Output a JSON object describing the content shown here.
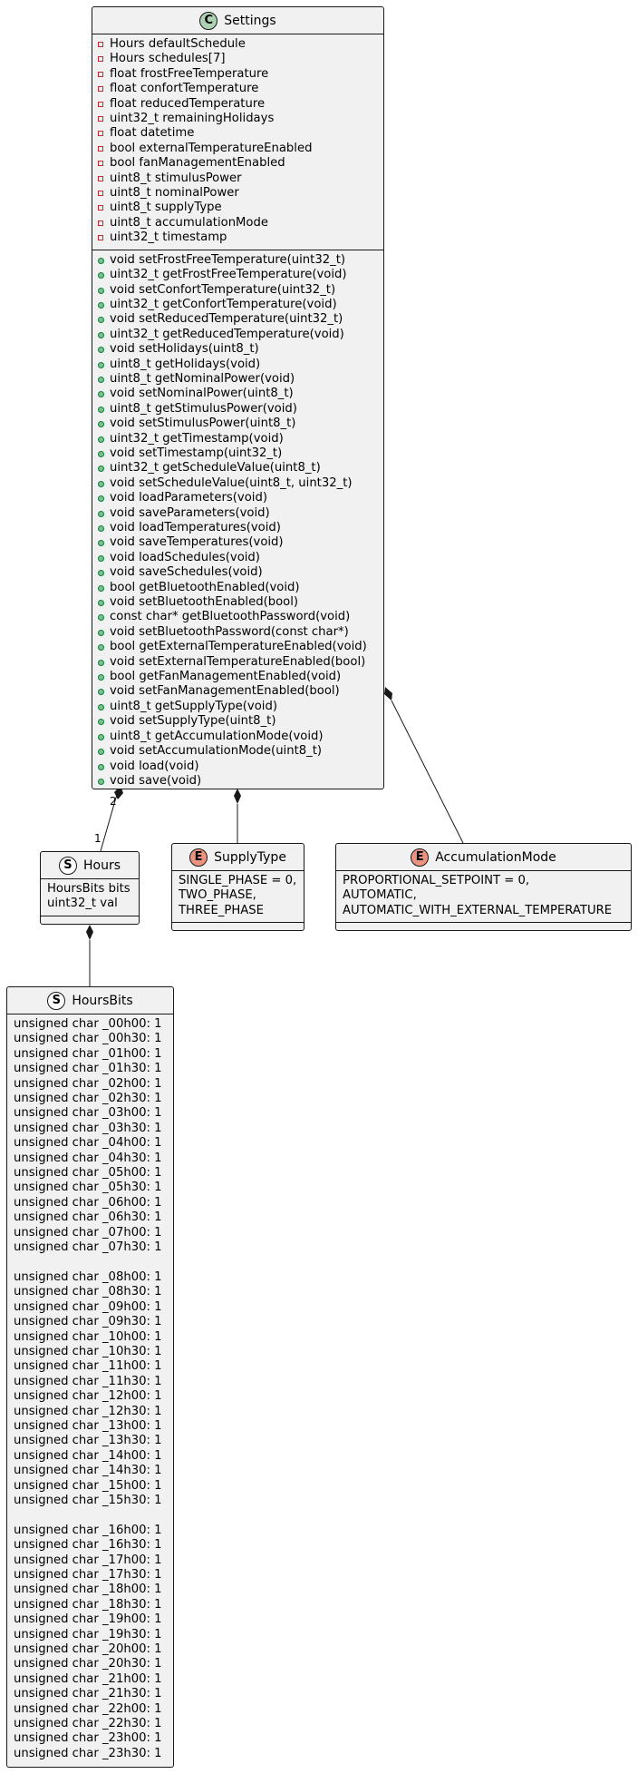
{
  "colors": {
    "class_icon": "#add1b2",
    "struct_icon": "#ffffff",
    "enum_icon": "#eb937f",
    "box_fill": "#f1f1f1",
    "border": "#181818",
    "private_marker": "#c82930",
    "public_marker": "#038048"
  },
  "classes": {
    "settings": {
      "icon": "C",
      "name": "Settings",
      "fields": [
        "Hours defaultSchedule",
        "Hours schedules[7]",
        "float frostFreeTemperature",
        "float confortTemperature",
        "float reducedTemperature",
        "uint32_t remainingHolidays",
        "float datetime",
        "bool externalTemperatureEnabled",
        "bool fanManagementEnabled",
        "uint8_t stimulusPower",
        "uint8_t nominalPower",
        "uint8_t supplyType",
        "uint8_t accumulationMode",
        "uint32_t timestamp"
      ],
      "methods": [
        "void setFrostFreeTemperature(uint32_t)",
        "uint32_t getFrostFreeTemperature(void)",
        "void setConfortTemperature(uint32_t)",
        "uint32_t getConfortTemperature(void)",
        "void setReducedTemperature(uint32_t)",
        "uint32_t getReducedTemperature(void)",
        "void setHolidays(uint8_t)",
        "uint8_t getHolidays(void)",
        "uint8_t getNominalPower(void)",
        "void setNominalPower(uint8_t)",
        "uint8_t getStimulusPower(void)",
        "void setStimulusPower(uint8_t)",
        "uint32_t getTimestamp(void)",
        "void setTimestamp(uint32_t)",
        "uint32_t getScheduleValue(uint8_t)",
        "void setScheduleValue(uint8_t, uint32_t)",
        "void loadParameters(void)",
        "void saveParameters(void)",
        "void loadTemperatures(void)",
        "void saveTemperatures(void)",
        "void loadSchedules(void)",
        "void saveSchedules(void)",
        "bool getBluetoothEnabled(void)",
        "void setBluetoothEnabled(bool)",
        "const char* getBluetoothPassword(void)",
        "void setBluetoothPassword(const char*)",
        "bool getExternalTemperatureEnabled(void)",
        "void setExternalTemperatureEnabled(bool)",
        "bool getFanManagementEnabled(void)",
        "void setFanManagementEnabled(bool)",
        "uint8_t getSupplyType(void)",
        "void setSupplyType(uint8_t)",
        "uint8_t getAccumulationMode(void)",
        "void setAccumulationMode(uint8_t)",
        "void load(void)",
        "void save(void)"
      ]
    },
    "hours": {
      "icon": "S",
      "name": "Hours",
      "fields": [
        "HoursBits bits",
        "uint32_t val"
      ]
    },
    "supply_type": {
      "icon": "E",
      "name": "SupplyType",
      "fields": [
        "SINGLE_PHASE = 0,",
        "TWO_PHASE,",
        "THREE_PHASE"
      ]
    },
    "accumulation_mode": {
      "icon": "E",
      "name": "AccumulationMode",
      "fields": [
        "PROPORTIONAL_SETPOINT = 0,",
        "AUTOMATIC,",
        "AUTOMATIC_WITH_EXTERNAL_TEMPERATURE"
      ]
    },
    "hours_bits": {
      "icon": "S",
      "name": "HoursBits",
      "fields": [
        "unsigned char _00h00: 1",
        "unsigned char _00h30: 1",
        "unsigned char _01h00: 1",
        "unsigned char _01h30: 1",
        "unsigned char _02h00: 1",
        "unsigned char _02h30: 1",
        "unsigned char _03h00: 1",
        "unsigned char _03h30: 1",
        "unsigned char _04h00: 1",
        "unsigned char _04h30: 1",
        "unsigned char _05h00: 1",
        "unsigned char _05h30: 1",
        "unsigned char _06h00: 1",
        "unsigned char _06h30: 1",
        "unsigned char _07h00: 1",
        "unsigned char _07h30: 1",
        "",
        "unsigned char _08h00: 1",
        "unsigned char _08h30: 1",
        "unsigned char _09h00: 1",
        "unsigned char _09h30: 1",
        "unsigned char _10h00: 1",
        "unsigned char _10h30: 1",
        "unsigned char _11h00: 1",
        "unsigned char _11h30: 1",
        "unsigned char _12h00: 1",
        "unsigned char _12h30: 1",
        "unsigned char _13h00: 1",
        "unsigned char _13h30: 1",
        "unsigned char _14h00: 1",
        "unsigned char _14h30: 1",
        "unsigned char _15h00: 1",
        "unsigned char _15h30: 1",
        "",
        "unsigned char _16h00: 1",
        "unsigned char _16h30: 1",
        "unsigned char _17h00: 1",
        "unsigned char _17h30: 1",
        "unsigned char _18h00: 1",
        "unsigned char _18h30: 1",
        "unsigned char _19h00: 1",
        "unsigned char _19h30: 1",
        "unsigned char _20h00: 1",
        "unsigned char _20h30: 1",
        "unsigned char _21h00: 1",
        "unsigned char _21h30: 1",
        "unsigned char _22h00: 1",
        "unsigned char _22h30: 1",
        "unsigned char _23h00: 1",
        "unsigned char _23h30: 1"
      ]
    }
  },
  "relations": [
    {
      "from": "settings",
      "to": "hours",
      "kind": "composition",
      "from_multiplicity": "2",
      "to_multiplicity": "1"
    },
    {
      "from": "settings",
      "to": "supply_type",
      "kind": "composition"
    },
    {
      "from": "settings",
      "to": "accumulation_mode",
      "kind": "composition"
    },
    {
      "from": "hours",
      "to": "hours_bits",
      "kind": "composition"
    }
  ]
}
